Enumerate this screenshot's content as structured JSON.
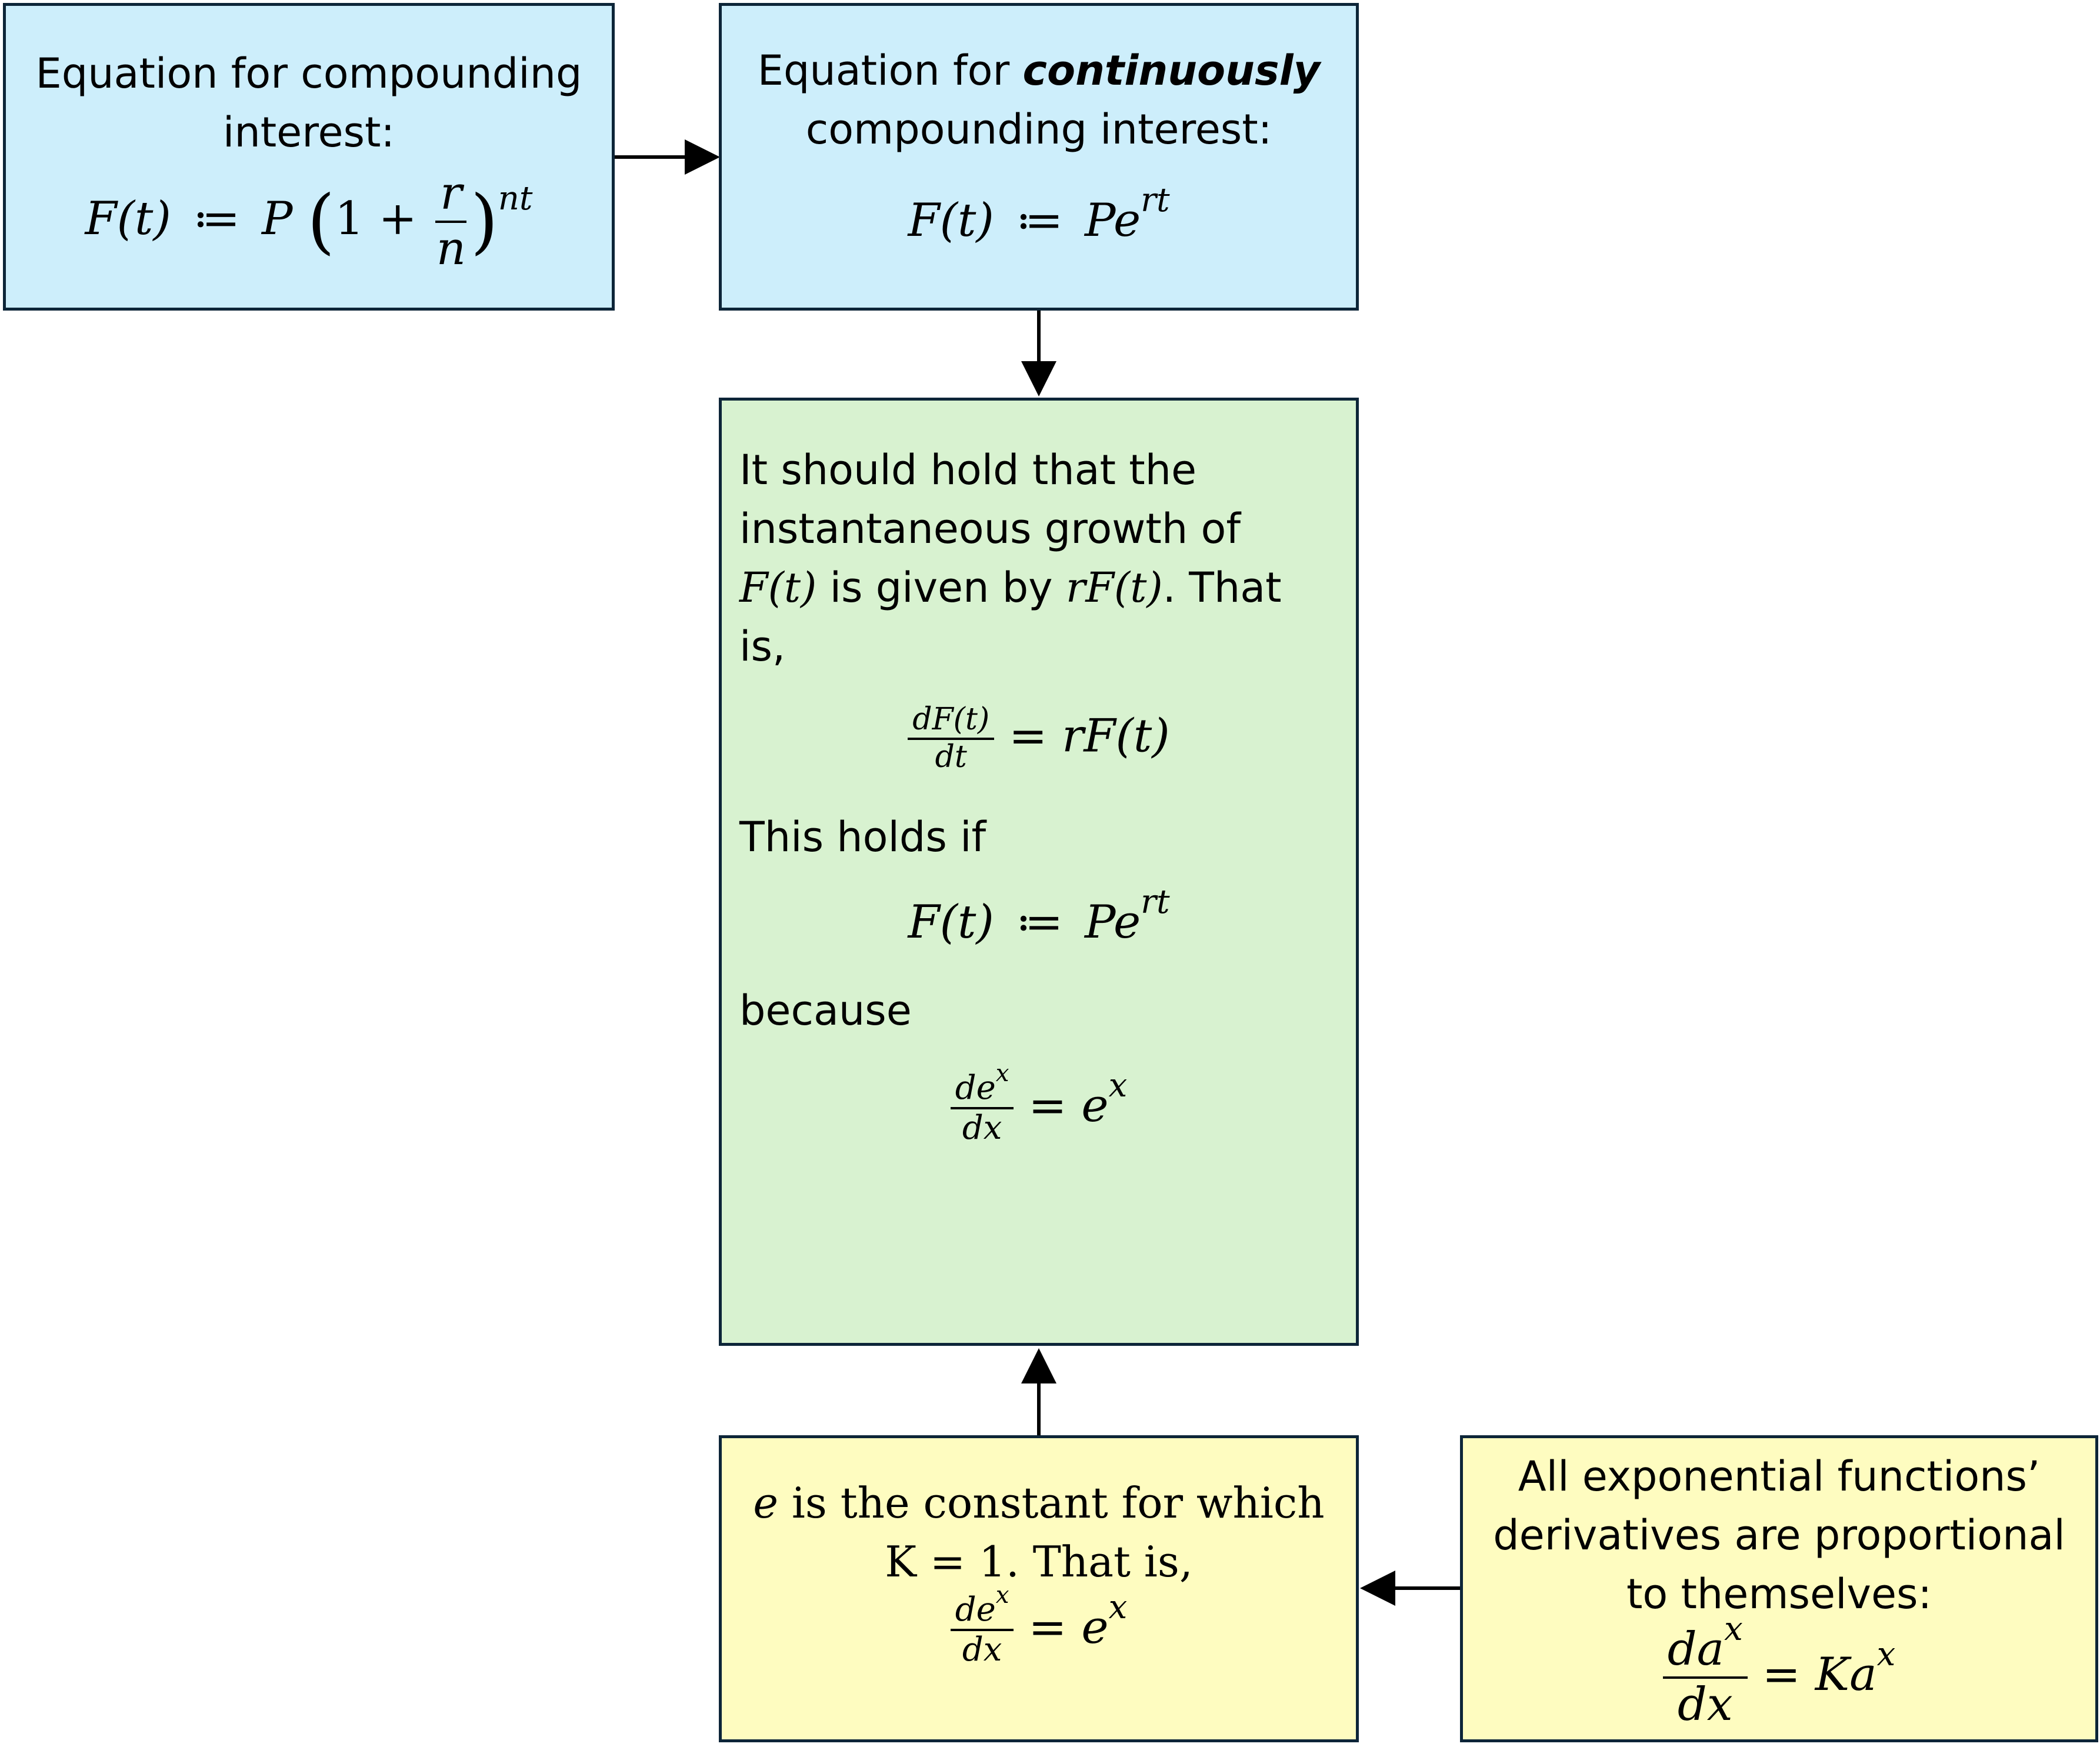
{
  "box1": {
    "text_line1": "Equation for compounding",
    "text_line2": "interest:",
    "lhs": "F(t)",
    "assign": "≔",
    "P": "P",
    "paren_open": "(",
    "one_plus": "1 +",
    "num": "r",
    "den": "n",
    "paren_close": ")",
    "exp": "nt"
  },
  "box2": {
    "text_pre": "Equation for",
    "text_em": "continuously",
    "text_line2": "compounding interest:",
    "eq_lhs": "F(t)",
    "eq_assign": "≔",
    "eq_base": "Pe",
    "eq_exp": "rt"
  },
  "box3": {
    "line1": "It should hold that the",
    "line2": "instantaneous growth of",
    "line3_math1": "F(t)",
    "line3_mid": " is given by ",
    "line3_math2": "rF(t)",
    "line3_end": ". That",
    "line4": "is,",
    "eq1_num": "dF(t)",
    "eq1_den": "dt",
    "eq1_rhs": "= rF(t)",
    "holds_if": "This holds if",
    "eq2_lhs": "F(t)",
    "eq2_assign": "≔",
    "eq2_base": "Pe",
    "eq2_exp": "rt",
    "because": "because",
    "eq3_num_base": "de",
    "eq3_num_exp": "x",
    "eq3_den": "dx",
    "eq3_rhs_eq": "=",
    "eq3_rhs_base": "e",
    "eq3_rhs_exp": "x"
  },
  "box4": {
    "line1_math": "e",
    "line1_rest": " is the constant for which",
    "line2": "K = 1. That is,",
    "eq_num_base": "de",
    "eq_num_exp": "x",
    "eq_den": "dx",
    "eq_eq": "=",
    "eq_rhs_base": "e",
    "eq_rhs_exp": "x"
  },
  "box5": {
    "line1": "All exponential functions’",
    "line2": "derivatives are proportional",
    "line3": "to themselves:",
    "eq_num_base": "da",
    "eq_num_exp": "x",
    "eq_den": "dx",
    "eq_eq": "=",
    "eq_rhs_base": "Ka",
    "eq_rhs_exp": "x"
  },
  "colors": {
    "blue_fill": "#cdeefb",
    "green_fill": "#d8f2d0",
    "yellow_fill": "#fefcc0",
    "border": "#0d2538",
    "arrow": "#000000"
  }
}
